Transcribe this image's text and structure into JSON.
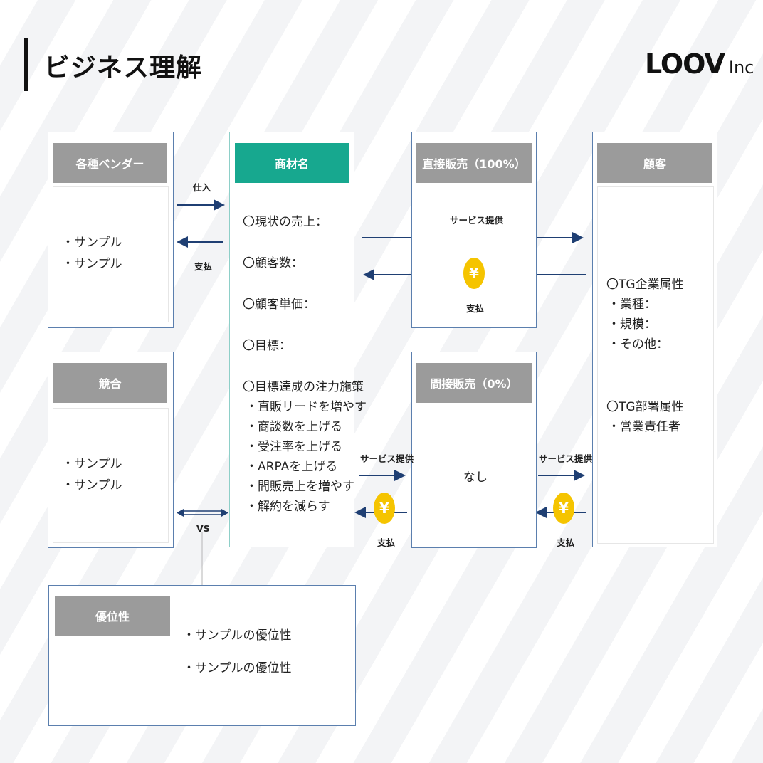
{
  "page": {
    "title": "ビジネス理解",
    "logo_main": "LOOV",
    "logo_sub": "Inc"
  },
  "vendor": {
    "header": "各種ベンダー",
    "items": [
      "・サンプル",
      "・サンプル"
    ]
  },
  "product": {
    "header": "商材名",
    "lines": [
      "〇現状の売上：",
      "〇顧客数：",
      "〇顧客単価：",
      "〇目標："
    ],
    "measures_title": "〇目標達成の注力施策",
    "measures": [
      "・直販リードを増やす",
      "・商談数を上げる",
      "・受注率を上げる",
      "・ARPAを上げる",
      "・間販売上を増やす",
      "・解約を減らす"
    ]
  },
  "direct_sales": {
    "header": "直接販売（100%）",
    "service_label": "サービス提供",
    "payment_label": "支払"
  },
  "indirect_sales": {
    "header": "間接販売（0%）",
    "body": "なし"
  },
  "customer": {
    "header": "顧客",
    "attr1_title": "〇TG企業属性",
    "attr1_items": [
      "・業種：",
      "・規模：",
      "・その他："
    ],
    "attr2_title": "〇TG部署属性",
    "attr2_items": [
      "・営業責任者"
    ]
  },
  "competitor": {
    "header": "競合",
    "items": [
      "・サンプル",
      "・サンプル"
    ]
  },
  "advantage": {
    "header": "優位性",
    "items": [
      "・サンプルの優位性",
      "・サンプルの優位性"
    ]
  },
  "arrows": {
    "purchase": "仕入",
    "payment": "支払",
    "service": "サービス提供",
    "vs": "VS",
    "yen": "¥"
  }
}
